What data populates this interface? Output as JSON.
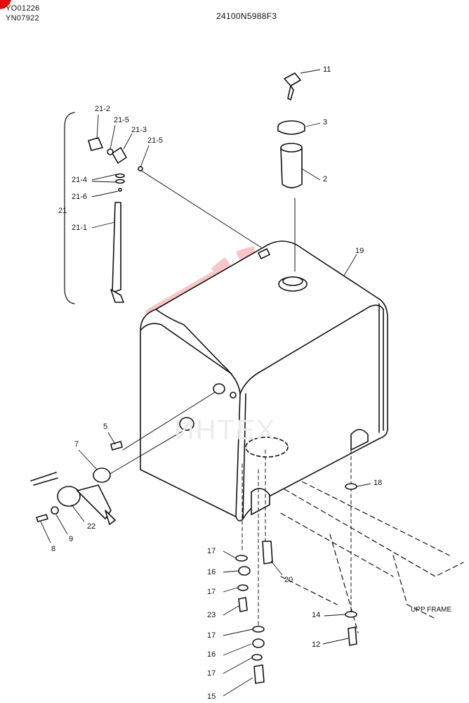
{
  "header": {
    "model_code_1": "YO01226",
    "model_code_2": "YN07922",
    "drawing_number": "24100N5988F3"
  },
  "watermark": {
    "text": "ИНТЕХ"
  },
  "frame_label": "UPP FRAME",
  "callouts": [
    {
      "id": "11",
      "text": "11"
    },
    {
      "id": "3",
      "text": "3"
    },
    {
      "id": "2",
      "text": "2"
    },
    {
      "id": "19",
      "text": "19"
    },
    {
      "id": "21-2",
      "text": "21-2"
    },
    {
      "id": "21-5a",
      "text": "21-5"
    },
    {
      "id": "21-3",
      "text": "21-3"
    },
    {
      "id": "21-5b",
      "text": "21-5"
    },
    {
      "id": "21-4",
      "text": "21-4"
    },
    {
      "id": "21-6",
      "text": "21-6"
    },
    {
      "id": "21",
      "text": "21"
    },
    {
      "id": "21-1",
      "text": "21-1"
    },
    {
      "id": "5",
      "text": "5"
    },
    {
      "id": "7",
      "text": "7"
    },
    {
      "id": "22",
      "text": "22"
    },
    {
      "id": "9",
      "text": "9"
    },
    {
      "id": "8",
      "text": "8"
    },
    {
      "id": "18",
      "text": "18"
    },
    {
      "id": "17a",
      "text": "17"
    },
    {
      "id": "16a",
      "text": "16"
    },
    {
      "id": "17b",
      "text": "17"
    },
    {
      "id": "20",
      "text": "20"
    },
    {
      "id": "23",
      "text": "23"
    },
    {
      "id": "14",
      "text": "14"
    },
    {
      "id": "17c",
      "text": "17"
    },
    {
      "id": "12",
      "text": "12"
    },
    {
      "id": "16b",
      "text": "16"
    },
    {
      "id": "17d",
      "text": "17"
    },
    {
      "id": "15",
      "text": "15"
    }
  ],
  "colors": {
    "line": "#111111",
    "watermark": "#f7c7c7",
    "stamp": "#e01010"
  }
}
